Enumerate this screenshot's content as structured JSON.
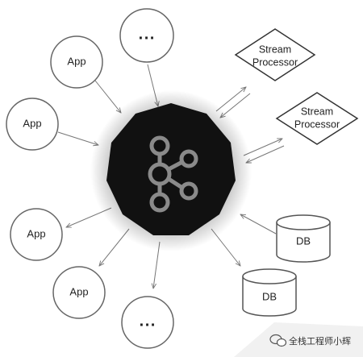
{
  "diagram": {
    "center": {
      "logo": "kafka-logo-icon"
    },
    "apps": [
      "App",
      "App",
      "App",
      "App"
    ],
    "ellipsis": [
      "...",
      "..."
    ],
    "stream_processors": [
      {
        "line1": "Stream",
        "line2": "Processor"
      },
      {
        "line1": "Stream",
        "line2": "Processor"
      }
    ],
    "databases": [
      "DB",
      "DB"
    ]
  },
  "watermark": {
    "text": "全栈工程师小辉",
    "icon": "wechat-icon"
  },
  "colors": {
    "center_fill": "#111111",
    "node_stroke": "#666666",
    "arrow": "#777777",
    "logo": "#8a8a8a"
  }
}
